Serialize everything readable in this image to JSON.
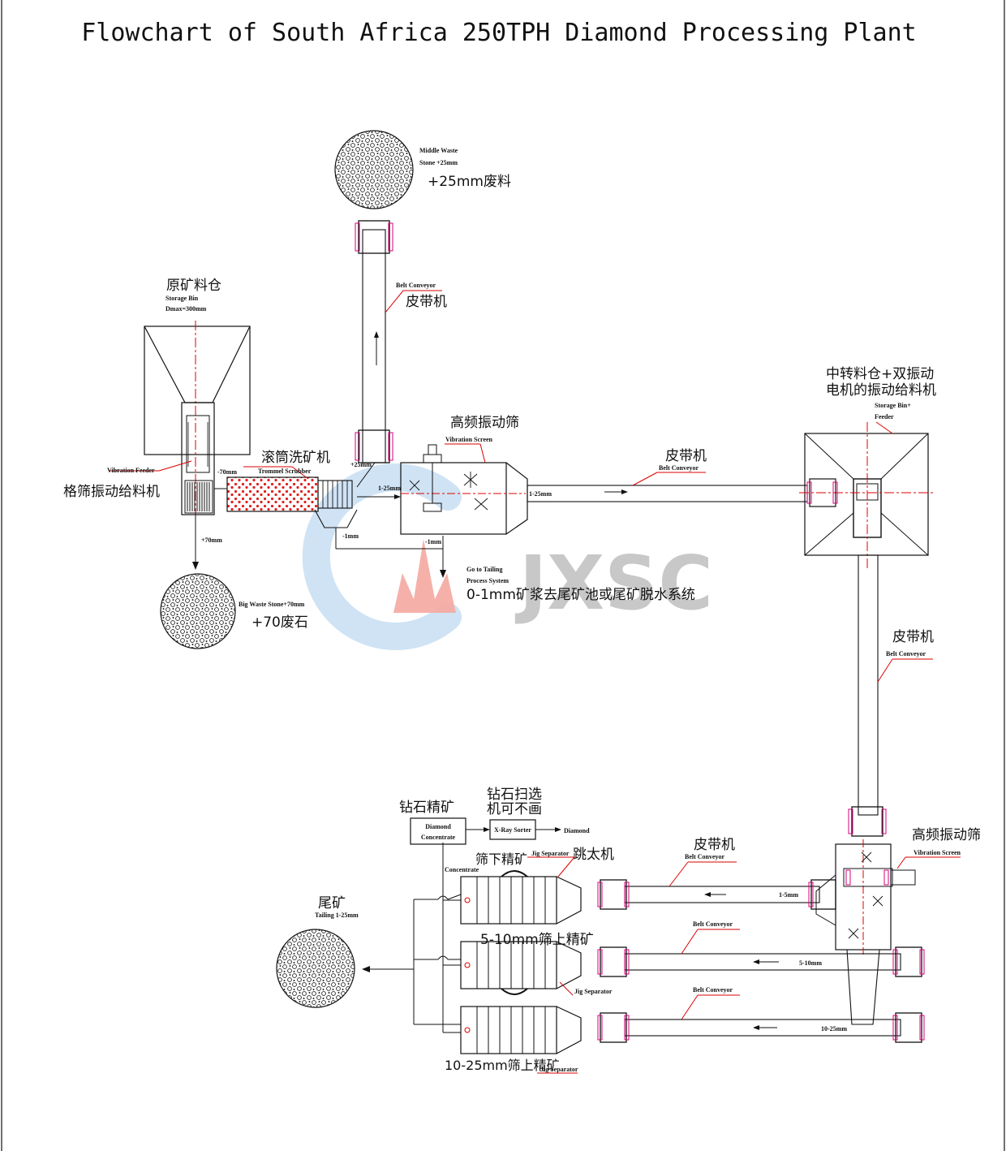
{
  "title": "Flowchart of South Africa  250TPH Diamond Processing Plant",
  "watermark": {
    "text": "JXSC",
    "ring_color": "#cfe3f5",
    "flame_color": "#f4a8a0",
    "text_color": "#c8c8c8"
  },
  "colors": {
    "line": "#111111",
    "accent": "#d8007a",
    "centerline": "#e00000",
    "scrubber": "#e02020"
  },
  "labels": {
    "middle_waste": {
      "en1": "Middle Waste",
      "en2": "Stone +25mm",
      "cn": "+25mm废料"
    },
    "belt1": {
      "en": "Belt Conveyor",
      "cn": "皮带机"
    },
    "storage_bin": {
      "cn": "原矿料仓",
      "en1": "Storage Bin",
      "en2": "Dmax=300mm"
    },
    "grizzly": {
      "en": "Vibration Feeder",
      "cn": "格筛振动给料机",
      "size": "-70mm"
    },
    "scrubber": {
      "cn": "滚筒洗矿机",
      "en": "Trommel Scrubber"
    },
    "screen1": {
      "cn": "高频振动筛",
      "en": "Vibration Screen"
    },
    "big_waste": {
      "en": "Big Waste Stone+70mm",
      "cn": "+70废石",
      "size": "+70mm"
    },
    "sizes": {
      "plus25": "+25mm",
      "s1_25a": "1-25mm",
      "s1_25b": "1-25mm",
      "minus1a": "-1mm",
      "minus1b": "-1mm"
    },
    "tailing_sys": {
      "en1": "Go to Tailing",
      "en2": "Process System",
      "cn": "0-1mm矿浆去尾矿池或尾矿脱水系统"
    },
    "belt2": {
      "en": "Belt Conveyor",
      "cn": "皮带机"
    },
    "surge_bin": {
      "cn1": "中转料仓+双振动",
      "cn2": "电机的振动给料机",
      "en1": "Storage Bin+",
      "en2": "Feeder"
    },
    "belt3": {
      "en": "Belt Conveyor",
      "cn": "皮带机"
    },
    "screen2": {
      "cn": "高频振动筛",
      "en": "Vibration Screen"
    },
    "belt4": {
      "en": "Belt Conveyor",
      "cn": "皮带机",
      "size": "1-5mm"
    },
    "belt5": {
      "en": "Belt Conveyor",
      "size": "5-10mm"
    },
    "belt6": {
      "en": "Belt Conveyor",
      "size": "10-25mm"
    },
    "diamond_conc": {
      "cn": "钻石精矿",
      "en1": "Diamond",
      "en2": "Concentrate"
    },
    "xray": {
      "cn1": "钻石扫选",
      "cn2": "机可不画",
      "en": "X-Ray Sorter",
      "out": "Diamond"
    },
    "concentrate": "Concentrate",
    "jig1": {
      "cn1": "筛下精矿",
      "en": "Jig Separator",
      "cn2": "跳太机"
    },
    "jig2": {
      "cn": "5-10mm筛上精矿",
      "en": "Jig Separator"
    },
    "jig3": {
      "cn": "10-25mm筛上精矿",
      "en": "Jig Separator"
    },
    "tailing": {
      "cn": "尾矿",
      "en": "Tailing 1-25mm"
    }
  }
}
